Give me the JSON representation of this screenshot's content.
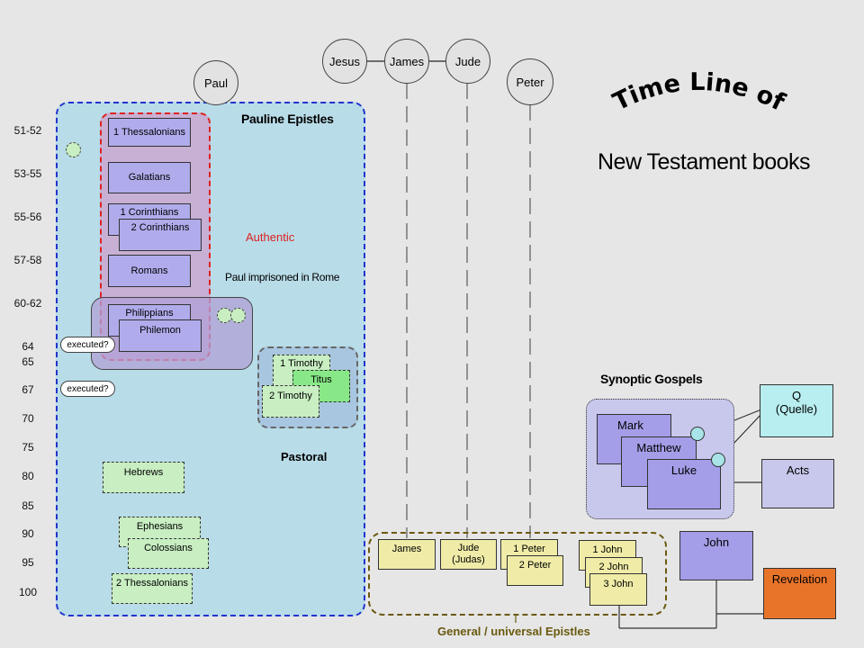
{
  "title": {
    "line1": "Time Line of",
    "line2": "New Testament books"
  },
  "authors": [
    "Paul",
    "Jesus",
    "James",
    "Jude",
    "Peter"
  ],
  "years": [
    "51-52",
    "53-55",
    "55-56",
    "57-58",
    "60-62",
    "64",
    "65",
    "67",
    "70",
    "75",
    "80",
    "85",
    "90",
    "95",
    "100"
  ],
  "labels": {
    "pauline": "Pauline Epistles",
    "authentic": "Authentic",
    "imprisoned": "Paul imprisoned in Rome",
    "pastoral": "Pastoral",
    "synoptic": "Synoptic Gospels",
    "general": "General / universal Epistles",
    "executed1": "executed?",
    "executed2": "executed?"
  },
  "pauline_books": [
    "1 Thessalonians",
    "Galatians",
    "1 Corinthians",
    "2 Corinthians",
    "Romans",
    "Philippians",
    "Philemon"
  ],
  "pastoral_books": [
    "1 Timothy",
    "Titus",
    "2 Timothy"
  ],
  "later_pauline": [
    "Hebrews",
    "Ephesians",
    "Colossians",
    "2 Thessalonians"
  ],
  "general_books": [
    "James",
    "Jude\n(Judas)",
    "1 Peter",
    "2 Peter",
    "1 John",
    "2 John",
    "3 John"
  ],
  "gospels": [
    "Mark",
    "Matthew",
    "Luke"
  ],
  "q_source": "Q\n(Quelle)",
  "acts": "Acts",
  "john": "John",
  "revelation": "Revelation",
  "colors": {
    "pauline_bg": "#b8dce8",
    "authentic_border": "#dd2222",
    "pauline_border": "#2233cc",
    "revelation": "#e8742a",
    "title_text": "#000000"
  }
}
